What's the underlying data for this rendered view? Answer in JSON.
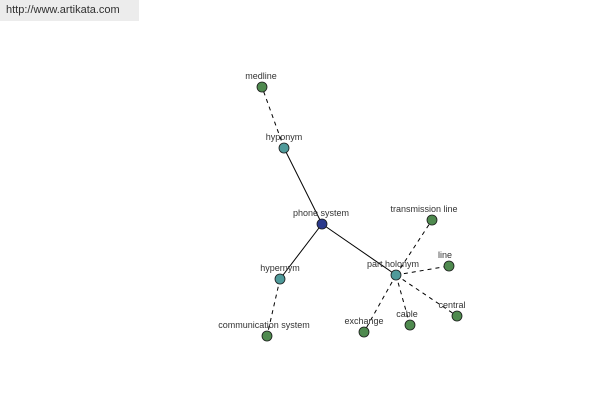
{
  "header": {
    "url": "http://www.artikata.com"
  },
  "colors": {
    "center": "#2b3a8c",
    "relation": "#4f9a9a",
    "leaf": "#4f8a4f"
  },
  "graph": {
    "nodes": [
      {
        "id": "center",
        "label": "phone system",
        "kind": "center"
      },
      {
        "id": "hyponym",
        "label": "hyponym",
        "kind": "relation"
      },
      {
        "id": "hypernym",
        "label": "hypernym",
        "kind": "relation"
      },
      {
        "id": "part-holonym",
        "label": "part holonym",
        "kind": "relation"
      },
      {
        "id": "medline",
        "label": "medline",
        "kind": "leaf"
      },
      {
        "id": "communication-system",
        "label": "communication system",
        "kind": "leaf"
      },
      {
        "id": "transmission-line",
        "label": "transmission line",
        "kind": "leaf"
      },
      {
        "id": "line",
        "label": "line",
        "kind": "leaf"
      },
      {
        "id": "central",
        "label": "central",
        "kind": "leaf"
      },
      {
        "id": "cable",
        "label": "cable",
        "kind": "leaf"
      },
      {
        "id": "exchange",
        "label": "exchange",
        "kind": "leaf"
      }
    ],
    "edges": [
      {
        "from": "center",
        "to": "hyponym",
        "style": "solid"
      },
      {
        "from": "center",
        "to": "hypernym",
        "style": "solid"
      },
      {
        "from": "center",
        "to": "part-holonym",
        "style": "solid"
      },
      {
        "from": "hyponym",
        "to": "medline",
        "style": "dashed"
      },
      {
        "from": "hypernym",
        "to": "communication-system",
        "style": "dashed"
      },
      {
        "from": "part-holonym",
        "to": "transmission-line",
        "style": "dashed"
      },
      {
        "from": "part-holonym",
        "to": "line",
        "style": "dashed"
      },
      {
        "from": "part-holonym",
        "to": "central",
        "style": "dashed"
      },
      {
        "from": "part-holonym",
        "to": "cable",
        "style": "dashed"
      },
      {
        "from": "part-holonym",
        "to": "exchange",
        "style": "dashed"
      }
    ]
  }
}
